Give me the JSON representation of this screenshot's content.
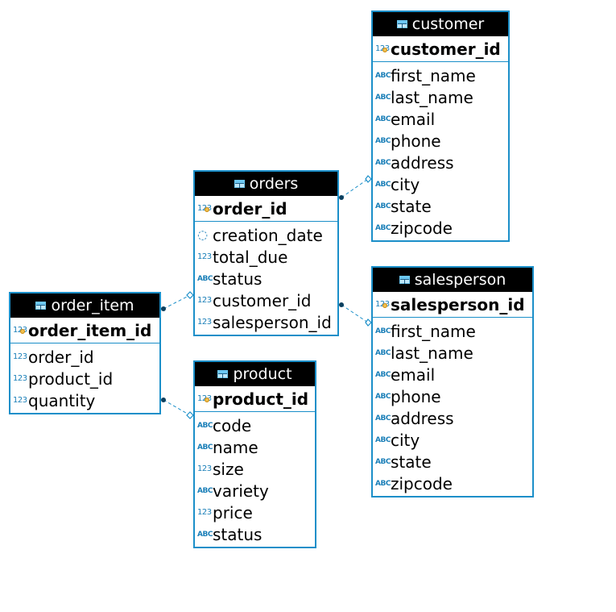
{
  "entities": {
    "customer": {
      "name": "customer",
      "pk": {
        "type": "123",
        "name": "customer_id"
      },
      "columns": [
        {
          "type": "ABC",
          "name": "first_name"
        },
        {
          "type": "ABC",
          "name": "last_name"
        },
        {
          "type": "ABC",
          "name": "email"
        },
        {
          "type": "ABC",
          "name": "phone"
        },
        {
          "type": "ABC",
          "name": "address"
        },
        {
          "type": "ABC",
          "name": "city"
        },
        {
          "type": "ABC",
          "name": "state"
        },
        {
          "type": "ABC",
          "name": "zipcode"
        }
      ]
    },
    "orders": {
      "name": "orders",
      "pk": {
        "type": "123",
        "name": "order_id"
      },
      "columns": [
        {
          "type": "clock",
          "name": "creation_date"
        },
        {
          "type": "123",
          "name": "total_due"
        },
        {
          "type": "ABC",
          "name": "status"
        },
        {
          "type": "123",
          "name": "customer_id"
        },
        {
          "type": "123",
          "name": "salesperson_id"
        }
      ]
    },
    "salesperson": {
      "name": "salesperson",
      "pk": {
        "type": "123",
        "name": "salesperson_id"
      },
      "columns": [
        {
          "type": "ABC",
          "name": "first_name"
        },
        {
          "type": "ABC",
          "name": "last_name"
        },
        {
          "type": "ABC",
          "name": "email"
        },
        {
          "type": "ABC",
          "name": "phone"
        },
        {
          "type": "ABC",
          "name": "address"
        },
        {
          "type": "ABC",
          "name": "city"
        },
        {
          "type": "ABC",
          "name": "state"
        },
        {
          "type": "ABC",
          "name": "zipcode"
        }
      ]
    },
    "order_item": {
      "name": "order_item",
      "pk": {
        "type": "123",
        "name": "order_item_id"
      },
      "columns": [
        {
          "type": "123",
          "name": "order_id"
        },
        {
          "type": "123",
          "name": "product_id"
        },
        {
          "type": "123",
          "name": "quantity"
        }
      ]
    },
    "product": {
      "name": "product",
      "pk": {
        "type": "123",
        "name": "product_id"
      },
      "columns": [
        {
          "type": "ABC",
          "name": "code"
        },
        {
          "type": "ABC",
          "name": "name"
        },
        {
          "type": "123",
          "name": "size"
        },
        {
          "type": "ABC",
          "name": "variety"
        },
        {
          "type": "123",
          "name": "price"
        },
        {
          "type": "ABC",
          "name": "status"
        }
      ]
    }
  },
  "relationships": [
    {
      "from": "orders",
      "to": "customer"
    },
    {
      "from": "orders",
      "to": "salesperson"
    },
    {
      "from": "order_item",
      "to": "orders"
    },
    {
      "from": "order_item",
      "to": "product"
    }
  ],
  "colors": {
    "border": "#1b8fc9",
    "header": "#000000",
    "link": "#1b8fc9"
  }
}
